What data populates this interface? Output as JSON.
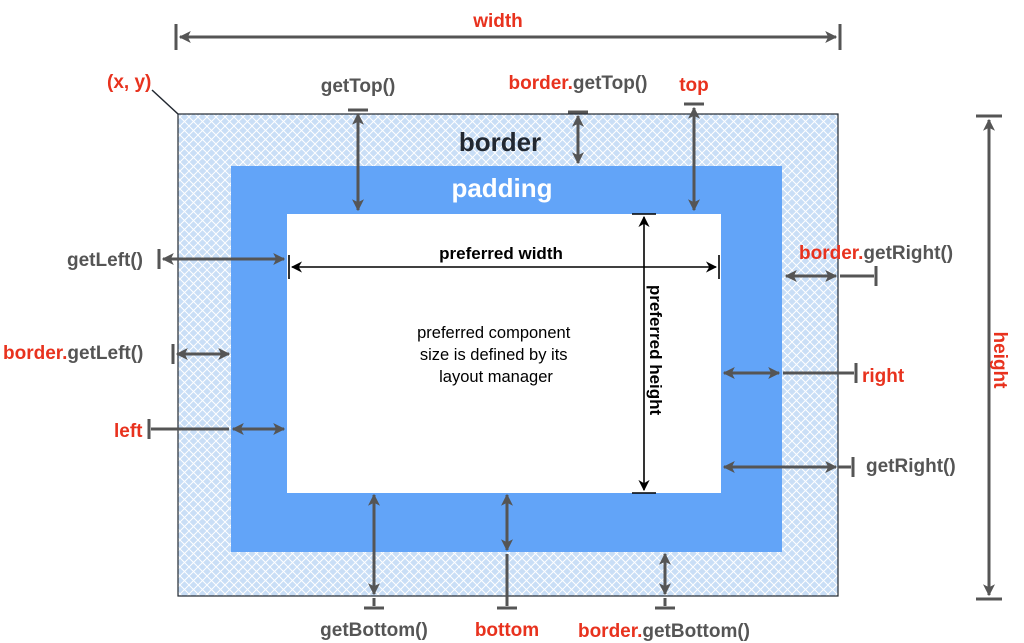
{
  "labels": {
    "width": "width",
    "height": "height",
    "xy": "(x, y)",
    "get_top": "getTop()",
    "border_prefix": "border.",
    "border_get_top": "getTop()",
    "top": "top",
    "border": "border",
    "padding": "padding",
    "get_left": "getLeft()",
    "border_get_left": "getLeft()",
    "left": "left",
    "border_get_right": "getRight()",
    "right": "right",
    "get_right": "getRight()",
    "get_bottom": "getBottom()",
    "bottom": "bottom",
    "border_get_bottom": "getBottom()",
    "preferred_width": "preferred width",
    "preferred_height": "preferred height",
    "center_text": [
      "preferred component",
      "size is defined by its",
      "layout manager"
    ]
  },
  "colors": {
    "accent_red": "#e8321e",
    "label_gray": "#555555",
    "border_fill": "#c9def6",
    "hatch_line": "#ffffff",
    "padding_fill": "#62a4f8",
    "content_fill": "#ffffff",
    "heading_dark": "#222831"
  }
}
